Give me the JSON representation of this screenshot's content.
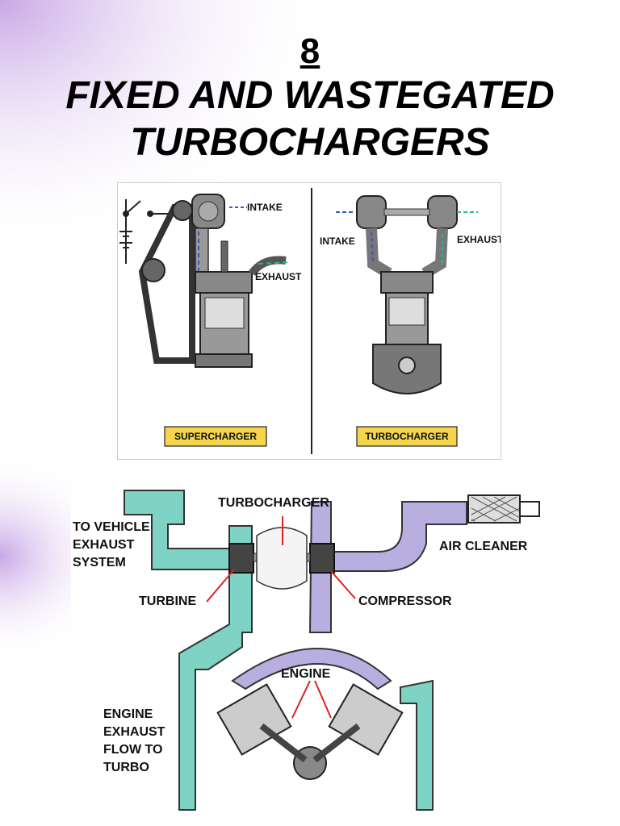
{
  "slide": {
    "number": "8",
    "title_line1": "FIXED AND WASTEGATED",
    "title_line2": "TURBOCHARGERS"
  },
  "figure_top": {
    "left_panel": {
      "intake_label": "INTAKE",
      "exhaust_label": "EXHAUST",
      "tag": "SUPERCHARGER"
    },
    "right_panel": {
      "intake_label": "INTAKE",
      "exhaust_label": "EXHAUST",
      "tag": "TURBOCHARGER"
    }
  },
  "figure_bottom": {
    "labels": {
      "turbocharger": "TURBOCHARGER",
      "to_vehicle_1": "TO VEHICLE",
      "to_vehicle_2": "EXHAUST",
      "to_vehicle_3": "SYSTEM",
      "air_cleaner": "AIR CLEANER",
      "turbine": "TURBINE",
      "compressor": "COMPRESSOR",
      "engine": "ENGINE",
      "flow_1": "ENGINE",
      "flow_2": "EXHAUST",
      "flow_3": "FLOW TO",
      "flow_4": "TURBO"
    }
  },
  "colors": {
    "accent_purple": "#c9a8e6",
    "exhaust_teal": "#7fd3c4",
    "intake_lavender": "#b9aee0",
    "arrow_red": "#e02020",
    "tag_yellow": "#f5d54b"
  }
}
